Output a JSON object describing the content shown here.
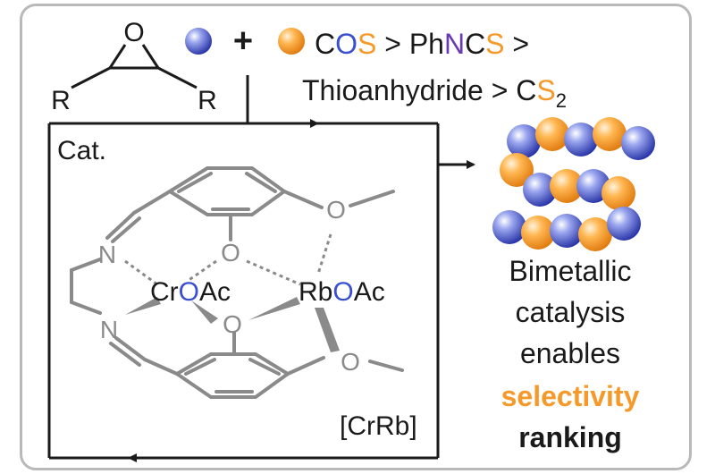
{
  "reactants": {
    "epoxide_o": "O",
    "epoxide_r1": "R",
    "epoxide_r2": "R",
    "plus": "+"
  },
  "ranking": {
    "line1": [
      {
        "text": "C",
        "color": "#1a1a1a"
      },
      {
        "text": "O",
        "color": "#3a4fd0"
      },
      {
        "text": "S",
        "color": "#f59a2a"
      },
      {
        "text": " > Ph",
        "color": "#1a1a1a"
      },
      {
        "text": "N",
        "color": "#6a3bb0"
      },
      {
        "text": "C",
        "color": "#1a1a1a"
      },
      {
        "text": "S",
        "color": "#f59a2a"
      },
      {
        "text": " >",
        "color": "#1a1a1a"
      }
    ],
    "line2_prefix": "Thioanhydride > C",
    "line2_s": "S",
    "line2_sub": "2"
  },
  "catalyst": {
    "label": "Cat.",
    "cr_metal": "Cr",
    "cr_o": "O",
    "cr_ac": "Ac",
    "rb_metal": "Rb",
    "rb_o": "O",
    "rb_ac": "Ac",
    "n_top": "N",
    "n_bottom": "N",
    "o_top_methoxy": "O",
    "o_bridge_top": "O",
    "o_bridge_bottom": "O",
    "o_bottom_methoxy": "O",
    "name": "[CrRb]"
  },
  "caption": {
    "line1": "Bimetallic",
    "line2": "catalysis",
    "line3": "enables",
    "line4": "selectivity",
    "line5": "ranking"
  },
  "colors": {
    "blue": "#3a4fd0",
    "orange": "#f59a2a",
    "purple": "#6a3bb0",
    "frame": "#b9b9b9",
    "structure": "#8a8a8a"
  }
}
